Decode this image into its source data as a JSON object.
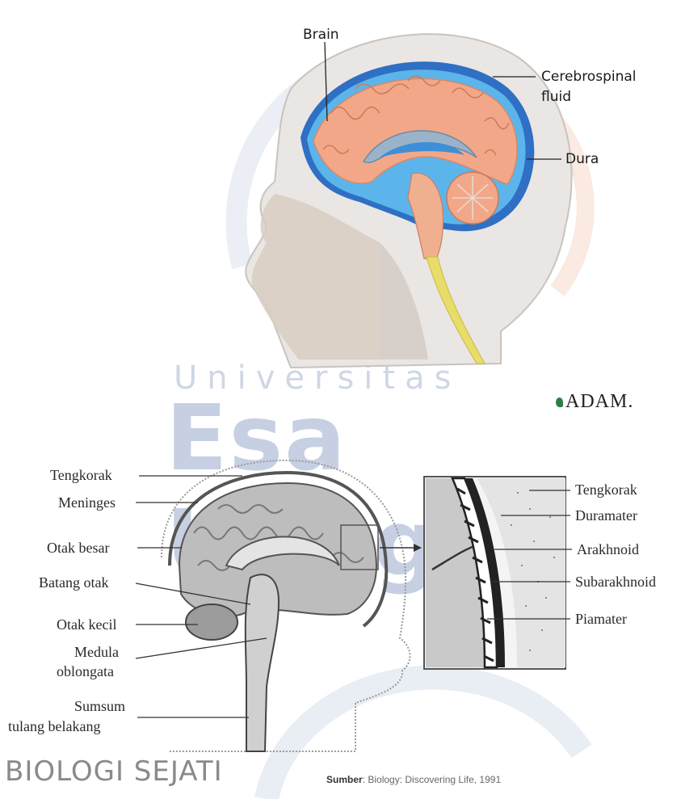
{
  "top_figure": {
    "labels": {
      "brain": "Brain",
      "csf_line1": "Cerebrospinal",
      "csf_line2": "fluid",
      "dura": "Dura"
    },
    "credit": "ADAM."
  },
  "watermark": {
    "line1": "Universitas",
    "line2": "Esa Unggul"
  },
  "bottom_figure": {
    "left_labels": {
      "tengkorak": "Tengkorak",
      "meninges": "Meninges",
      "otak_besar": "Otak besar",
      "batang_otak": "Batang otak",
      "otak_kecil": "Otak kecil",
      "medula_1": "Medula",
      "medula_2": "oblongata",
      "sumsum_1": "Sumsum",
      "sumsum_2": "tulang belakang"
    },
    "right_labels": {
      "tengkorak": "Tengkorak",
      "duramater": "Duramater",
      "arakhnoid": "Arakhnoid",
      "subarakhnoid": "Subarakhnoid",
      "piamater": "Piamater"
    }
  },
  "footer": {
    "left": "BIOLOGI SEJATI",
    "source_label": "Sumber",
    "source_text": ": Biology: Discovering Life, 1991"
  },
  "colors": {
    "brain": "#f2a888",
    "csf": "#4aa8e0",
    "dura": "#2f6fc4",
    "spinal_cord": "#e8dc6a",
    "skin": "#d9cfc5",
    "watermark": "#c6d0e2"
  }
}
